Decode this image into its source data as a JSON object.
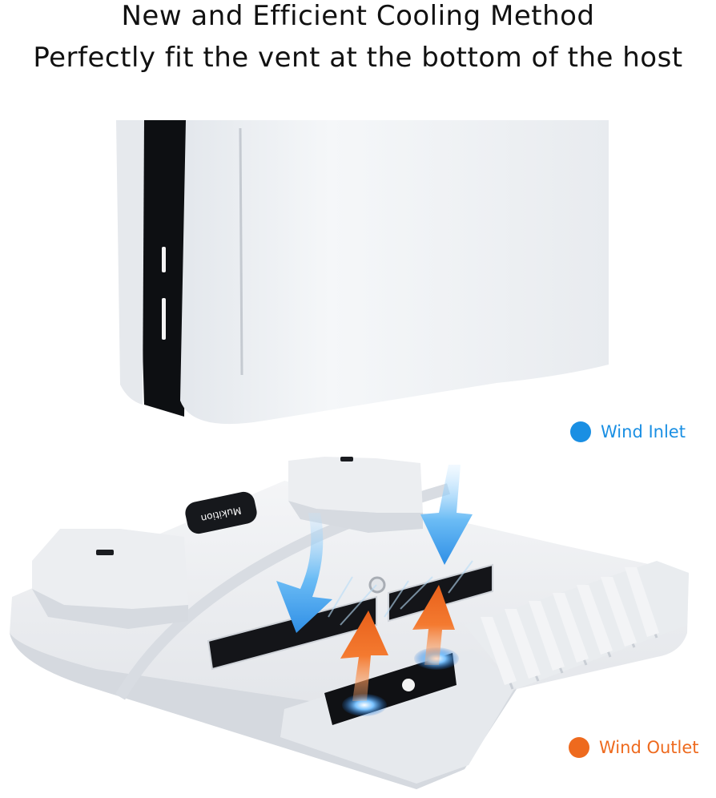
{
  "headline": {
    "line1": "New and Efficient Cooling Method",
    "line2": "Perfectly fit the vent at the bottom of the host"
  },
  "brand": {
    "logo_text": "Mukition"
  },
  "legend": {
    "inlet": {
      "label": "Wind Inlet",
      "color": "#1a8fe3"
    },
    "outlet": {
      "label": "Wind Outlet",
      "color": "#ee6a1e"
    }
  },
  "colors": {
    "console_white": "#f1f3f6",
    "console_shadow": "#c9ced6",
    "console_black": "#0d0f12",
    "base_white": "#eef0f3",
    "base_shadow": "#cfd3da",
    "vent_dark": "#141519",
    "fan_glow": "#3aa0ff"
  }
}
